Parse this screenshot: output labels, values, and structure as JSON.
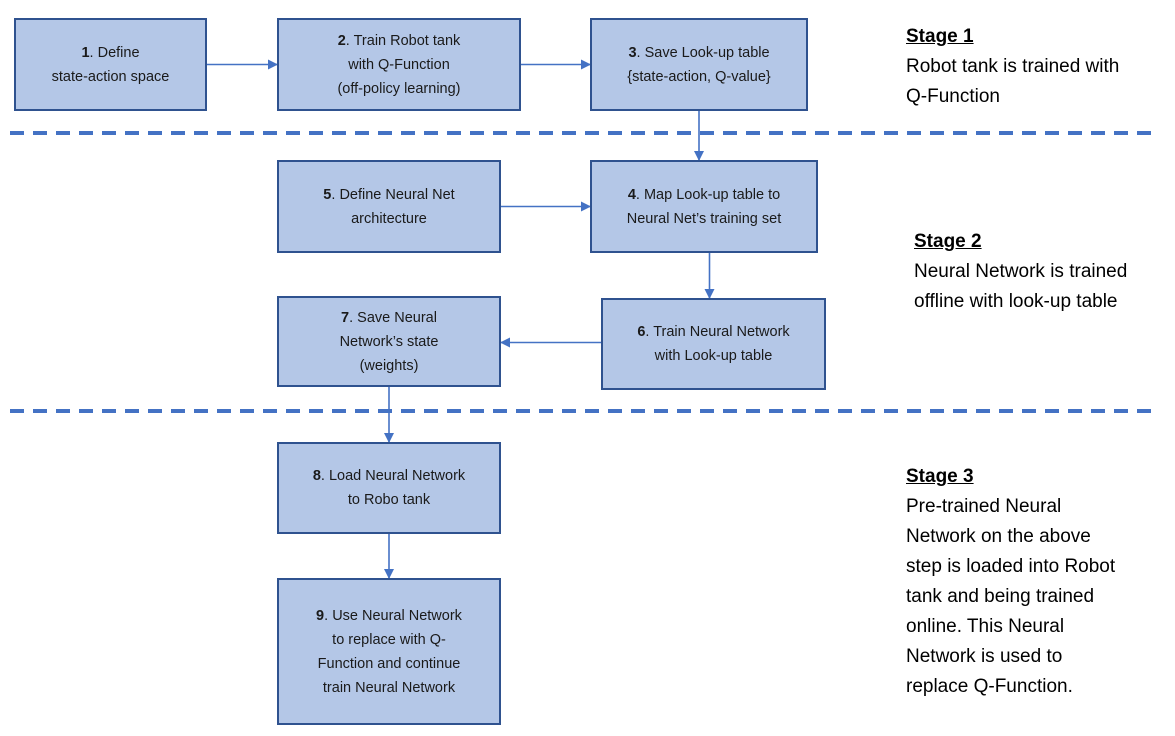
{
  "colors": {
    "box_fill": "#b4c7e7",
    "box_border": "#2f528f",
    "connector": "#4472c4",
    "separator": "#4472c4"
  },
  "steps": [
    {
      "id": "step-1",
      "number": "1",
      "lines": [
        "Define",
        "state-action space"
      ],
      "number_suffix": "."
    },
    {
      "id": "step-2",
      "number": "2",
      "lines": [
        "Train Robot tank",
        "with Q-Function",
        "(off-policy learning)"
      ],
      "number_suffix": "."
    },
    {
      "id": "step-3",
      "number": "3",
      "lines": [
        "Save Look-up table",
        "{state-action, Q-value}"
      ],
      "number_suffix": "."
    },
    {
      "id": "step-4",
      "number": "4",
      "lines": [
        "Map Look-up table to",
        "Neural Net’s training set"
      ],
      "number_suffix": "."
    },
    {
      "id": "step-5",
      "number": "5",
      "lines": [
        "Define Neural Net",
        "architecture"
      ],
      "number_suffix": "."
    },
    {
      "id": "step-6",
      "number": "6",
      "lines": [
        "Train Neural Network",
        "with Look-up table"
      ],
      "number_suffix": "."
    },
    {
      "id": "step-7",
      "number": "7",
      "lines": [
        "Save Neural",
        "Network’s state",
        "(weights)"
      ],
      "number_suffix": "."
    },
    {
      "id": "step-8",
      "number": "8",
      "lines": [
        "Load Neural Network",
        "to Robo tank"
      ],
      "number_suffix": "."
    },
    {
      "id": "step-9",
      "number": "9",
      "lines": [
        "Use Neural Network",
        "to replace with Q-",
        "Function and continue",
        "train Neural Network"
      ],
      "number_suffix": "."
    }
  ],
  "edges": [
    {
      "from": "step-1",
      "to": "step-2"
    },
    {
      "from": "step-2",
      "to": "step-3"
    },
    {
      "from": "step-3",
      "to": "step-4"
    },
    {
      "from": "step-5",
      "to": "step-4"
    },
    {
      "from": "step-4",
      "to": "step-6"
    },
    {
      "from": "step-6",
      "to": "step-7"
    },
    {
      "from": "step-7",
      "to": "step-8"
    },
    {
      "from": "step-8",
      "to": "step-9"
    }
  ],
  "stages": [
    {
      "id": "stage-1",
      "title": "Stage 1",
      "description": "Robot tank is trained with\nQ-Function"
    },
    {
      "id": "stage-2",
      "title": "Stage 2",
      "description": "Neural Network is trained\noffline with look-up table"
    },
    {
      "id": "stage-3",
      "title": "Stage 3",
      "description": "Pre-trained Neural\nNetwork on the above\nstep is loaded into Robot\ntank and being trained\nonline. This Neural\nNetwork is used to\nreplace  Q-Function."
    }
  ]
}
